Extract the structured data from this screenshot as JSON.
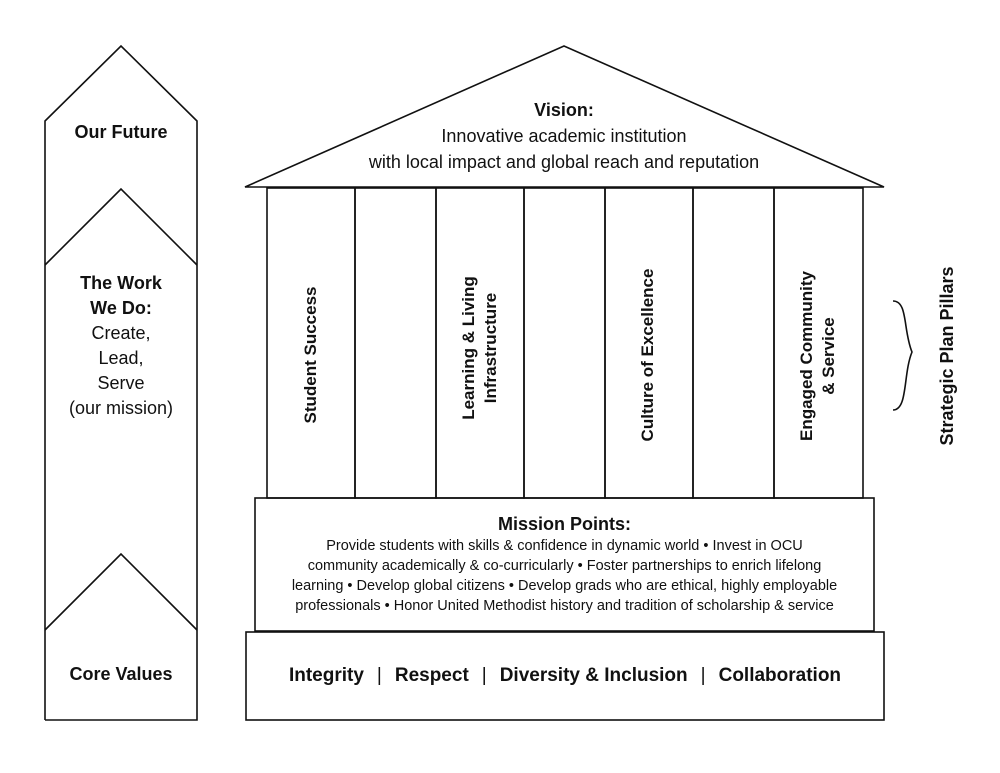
{
  "left_arrow": {
    "our_future": "Our Future",
    "work_title_1": "The Work",
    "work_title_2": "We Do:",
    "work_line_1": "Create,",
    "work_line_2": "Lead,",
    "work_line_3": "Serve",
    "work_line_4": "(our mission)",
    "core_values": "Core Values"
  },
  "vision": {
    "title": "Vision:",
    "line_1": "Innovative academic institution",
    "line_2": "with local impact and global reach and reputation"
  },
  "pillars": [
    {
      "line_1": "Student Success",
      "line_2": ""
    },
    {
      "line_1": "Learning & Living",
      "line_2": "Infrastructure"
    },
    {
      "line_1": "Culture of Excellence",
      "line_2": ""
    },
    {
      "line_1": "Engaged Community",
      "line_2": "& Service"
    }
  ],
  "pillars_label": "Strategic Plan Pillars",
  "mission": {
    "title": "Mission Points:",
    "line_1": "Provide students with skills & confidence in dynamic world  •  Invest in OCU",
    "line_2": "community academically & co-curricularly  •  Foster partnerships to enrich lifelong",
    "line_3": "learning  •  Develop global citizens  •  Develop grads who are ethical, highly employable",
    "line_4": "professionals  •   Honor United Methodist history and tradition of scholarship & service"
  },
  "core_values": [
    "Integrity",
    "Respect",
    "Diversity & Inclusion",
    "Collaboration"
  ],
  "separator": "|"
}
